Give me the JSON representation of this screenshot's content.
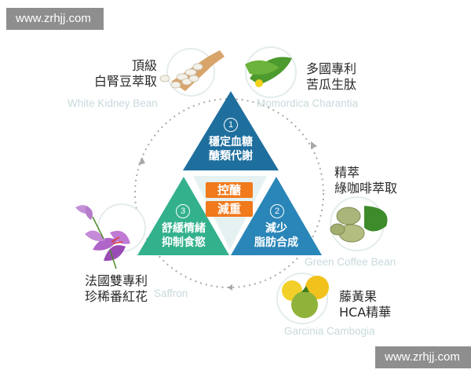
{
  "watermark_top": "www.zrhjj.com",
  "watermark_bottom": "www.zrhjj.com",
  "ingredients": {
    "white_kidney_bean": {
      "zh_line1": "頂級",
      "zh_line2": "白腎豆萃取",
      "en": "White Kidney Bean"
    },
    "momordica": {
      "zh_line1": "多國專利",
      "zh_line2": "苦瓜生肽",
      "en": "Momordica Charantia"
    },
    "green_coffee": {
      "zh_line1": "精萃",
      "zh_line2": "綠咖啡萃取",
      "en": "Green Coffee Bean"
    },
    "garcinia": {
      "zh_line1": "藤黃果",
      "zh_line2": "HCA精華",
      "en": "Garcinia Cambogia"
    },
    "saffron": {
      "zh_line1": "法國雙專利",
      "zh_line2": "珍稀番紅花",
      "en": "Saffron"
    }
  },
  "triangle": {
    "top": {
      "number": "1",
      "line1": "穩定血糖",
      "line2": "醣類代謝"
    },
    "right": {
      "number": "2",
      "line1": "減少",
      "line2": "脂肪合成"
    },
    "left": {
      "number": "3",
      "line1": "舒緩情緒",
      "line2": "抑制食慾"
    },
    "center_tag1": "控醣",
    "center_tag2": "減重"
  },
  "colors": {
    "top": "#1f6f9e",
    "right": "#2a86b8",
    "left": "#33b18c",
    "tag": "#f07a1c",
    "center": "#e6f1f1"
  }
}
